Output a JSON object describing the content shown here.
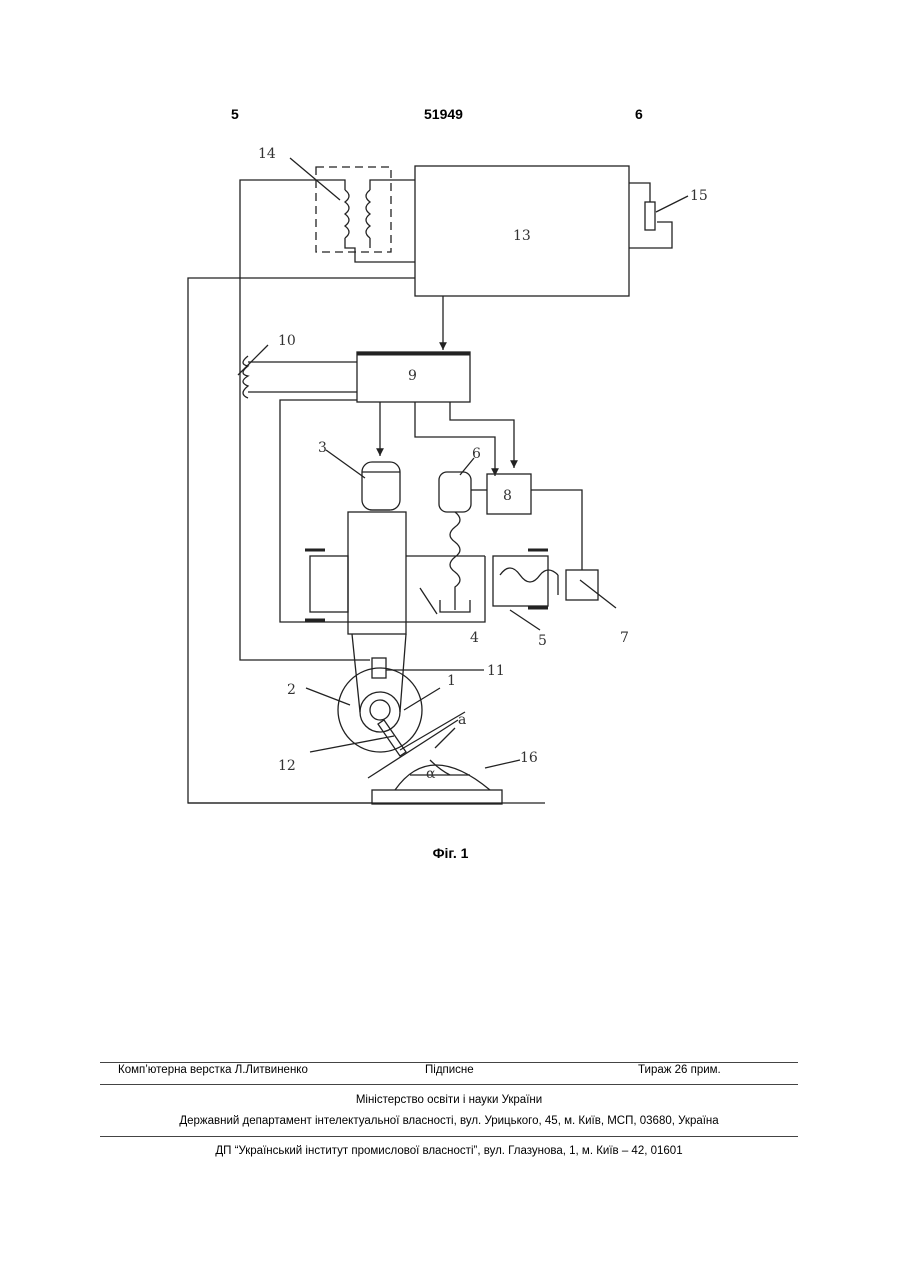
{
  "header": {
    "left_page": "5",
    "patent_number": "51949",
    "right_page": "6"
  },
  "figure": {
    "labels": {
      "l1": "1",
      "l2": "2",
      "l3": "3",
      "l4": "4",
      "l5": "5",
      "l6": "6",
      "l7": "7",
      "l8": "8",
      "l9": "9",
      "l10": "10",
      "l11": "11",
      "l12": "12",
      "l13": "13",
      "l14": "14",
      "l15": "15",
      "l16": "16",
      "la": "a",
      "lalpha": "α"
    },
    "caption": "Фіг. 1"
  },
  "footer": {
    "typesetter": "Комп’ютерна верстка Л.Литвиненко",
    "signed": "Підписне",
    "circulation": "Тираж 26 прим.",
    "ministry": "Міністерство освіти і науки України",
    "department": "Державний департамент інтелектуальної власності, вул. Урицького, 45, м. Київ, МСП, 03680, Україна",
    "institute": "ДП “Український інститут промислової власності”, вул. Глазунова, 1, м. Київ – 42, 01601"
  }
}
